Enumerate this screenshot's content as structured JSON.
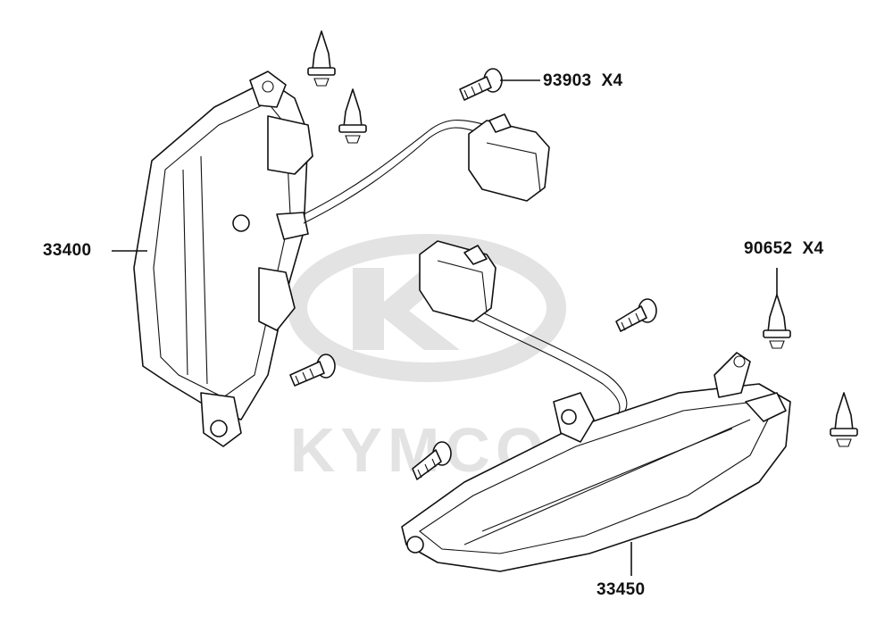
{
  "watermark": {
    "brand": "KYMCO",
    "color": "#e3e3e3"
  },
  "callouts": [
    {
      "id": "c-93903",
      "part": "93903",
      "qty": "X4"
    },
    {
      "id": "c-90652",
      "part": "90652",
      "qty": "X4"
    },
    {
      "id": "c-33400",
      "part": "33400",
      "qty": ""
    },
    {
      "id": "c-33450",
      "part": "33450",
      "qty": ""
    }
  ],
  "line_color": "#111111"
}
